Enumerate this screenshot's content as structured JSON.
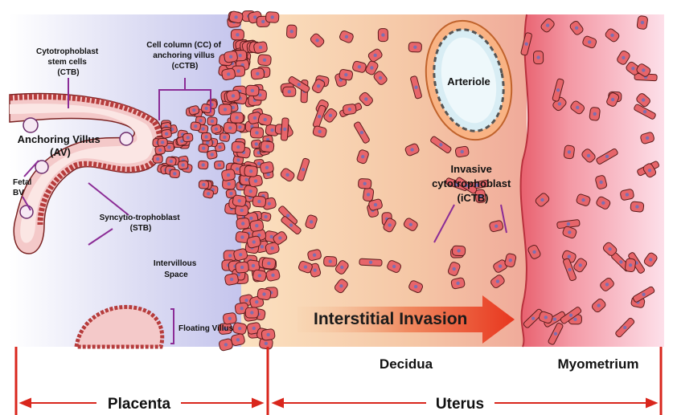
{
  "labels": {
    "ctb": [
      "Cytotrophoblast",
      "stem cells",
      "(CTB)"
    ],
    "cc": [
      "Cell column (CC) of",
      "anchoring villus",
      "(cCTB)"
    ],
    "av": [
      "Anchoring Villus",
      "(AV)"
    ],
    "fetal_bv": [
      "Fetal",
      "BV"
    ],
    "stb": [
      "Syncytio-trophoblast",
      "(STB)"
    ],
    "intervillous": [
      "Intervillous",
      "Space"
    ],
    "floating": "Floating Villus",
    "arteriole": "Arteriole",
    "ictb": [
      "Invasive",
      "cytotrophoblast",
      "(iCTB)"
    ],
    "invasion": "Interstitial Invasion",
    "decidua": "Decidua",
    "myometrium": "Myometrium",
    "placenta": "Placenta",
    "uterus": "Uterus"
  },
  "colors": {
    "placenta_bg": "#cfd0ee",
    "decidua_bg": "#f6cfa8",
    "myometrium_bg": "#f2a0aa",
    "cell_fill": "#e7656a",
    "cell_stroke": "#5a1b1b",
    "nucleus": "#7e6fb0",
    "label_line": "#8b2c96",
    "arrow": "#d9261c",
    "invasion_arrow": "#ea3e22"
  }
}
